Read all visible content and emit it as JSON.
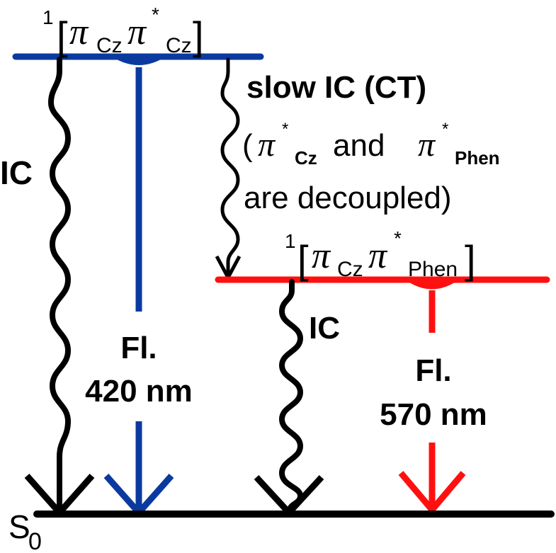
{
  "colors": {
    "s1_cz_level": "#0a3aa0",
    "ct_level": "#ff1010",
    "ground_level": "#000000",
    "ic_arrows": "#000000",
    "fl_420_arrow": "#0a3aa0",
    "fl_570_arrow": "#ff1010"
  },
  "levels": {
    "s1_cz": {
      "multiplicity": "1",
      "pi": "π",
      "sub1": "Cz",
      "star": "*",
      "sub2": "Cz"
    },
    "ct": {
      "multiplicity": "1",
      "pi": "π",
      "sub1": "Cz",
      "star": "*",
      "sub2": "Phen"
    },
    "ground": {
      "symbol": "S",
      "subscript": "0"
    }
  },
  "bracket_open": "[",
  "bracket_close": "]",
  "transitions": {
    "ic_left": {
      "label": "IC"
    },
    "fl_420": {
      "label_line1": "Fl.",
      "label_line2": "420 nm"
    },
    "slow_ic": {
      "line1": "slow IC (CT)",
      "line2_open": "(",
      "line2_pi": "π",
      "line2_star": "*",
      "line2_sub1": "Cz",
      "line2_and": " and ",
      "line2_sub2": "Phen",
      "line3": "are decoupled)"
    },
    "ic_right": {
      "label": "IC"
    },
    "fl_570": {
      "label_line1": "Fl.",
      "label_line2": "570 nm"
    }
  }
}
